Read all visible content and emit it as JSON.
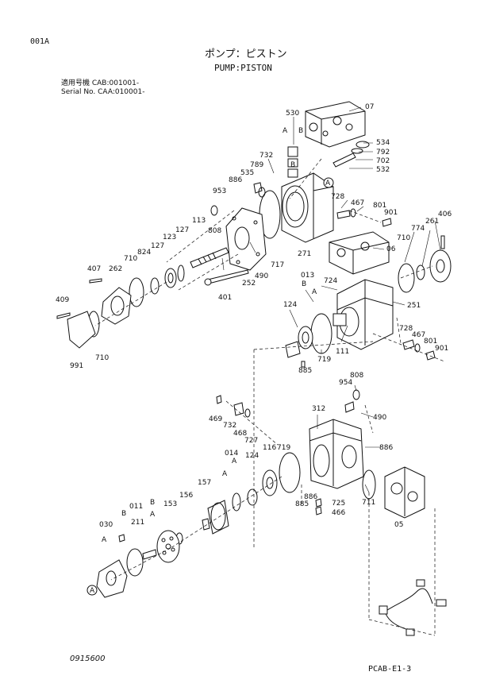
{
  "page": {
    "code": "001A",
    "title_jp": "ポンプ：ピストン",
    "title_en": "PUMP:PISTON",
    "serial_line1": "適用号機 CAB:001001-",
    "serial_line2": "Serial No. CAA:010001-",
    "footer_left": "0915600",
    "footer_right": "PCAB-E1-3"
  },
  "callouts": [
    "530",
    "A",
    "B",
    "07",
    "534",
    "792",
    "702",
    "532",
    "732",
    "789",
    "535",
    "886",
    "953",
    "A",
    "B",
    "728",
    "467",
    "801",
    "901",
    "406",
    "261",
    "774",
    "710",
    "06",
    "113",
    "808",
    "123",
    "127",
    "127",
    "824",
    "710",
    "262",
    "407",
    "409",
    "991",
    "710",
    "717",
    "490",
    "271",
    "252",
    "401",
    "013",
    "B",
    "724",
    "A",
    "251",
    "124",
    "719",
    "111",
    "885",
    "728",
    "467",
    "801",
    "901",
    "808",
    "954",
    "490",
    "469",
    "732",
    "468",
    "727",
    "312",
    "886",
    "014",
    "A",
    "124",
    "116",
    "719",
    "157",
    "011",
    "B",
    "A",
    "153",
    "156",
    "030",
    "B",
    "A",
    "211",
    "885",
    "886",
    "725",
    "466",
    "711",
    "05",
    "A",
    "A"
  ]
}
